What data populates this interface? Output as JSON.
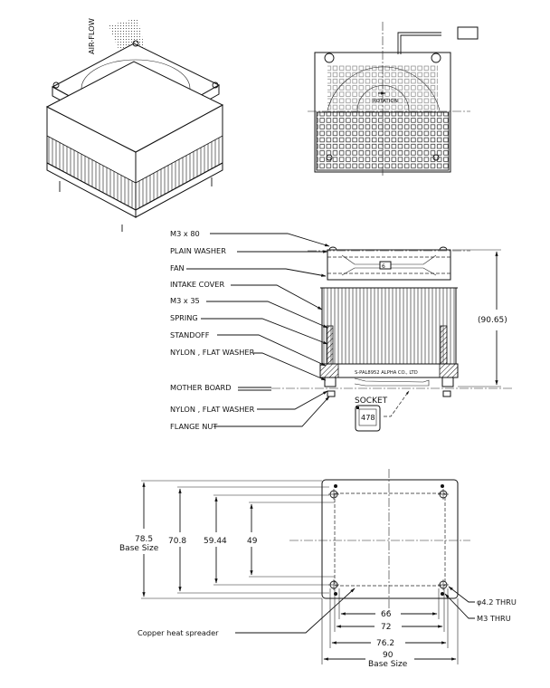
{
  "drawing": {
    "iso_view": {
      "airflow_label": "AIR-FLOW"
    },
    "top_view": {
      "rotation_label": "ROTATION"
    },
    "side_view": {
      "callouts": [
        "M3 x 80",
        "PLAIN WASHER",
        "FAN",
        "INTAKE COVER",
        "M3 x 35",
        "SPRING",
        "STANDOFF",
        "NYLON , FLAT WASHER",
        "MOTHER BOARD",
        "NYLON , FLAT WASHER",
        "FLANGE NUT"
      ],
      "socket_label": "SOCKET",
      "socket_number": "478",
      "heatsink_marking": "S-PAL8952   ALPHA CO., LTD",
      "fan_marking": "6",
      "height_dimension": "(90.65)"
    },
    "bottom_view": {
      "vertical_dims": [
        {
          "value": "78.5",
          "note": "Base Size"
        },
        {
          "value": "70.8"
        },
        {
          "value": "59.44"
        },
        {
          "value": "49"
        }
      ],
      "horizontal_dims": [
        {
          "value": "66"
        },
        {
          "value": "72"
        },
        {
          "value": "76.2"
        },
        {
          "value": "90",
          "note": "Base Size"
        }
      ],
      "hole_callouts": [
        "φ4.2 THRU",
        "M3 THRU"
      ],
      "copper_label": "Copper heat spreader"
    }
  }
}
